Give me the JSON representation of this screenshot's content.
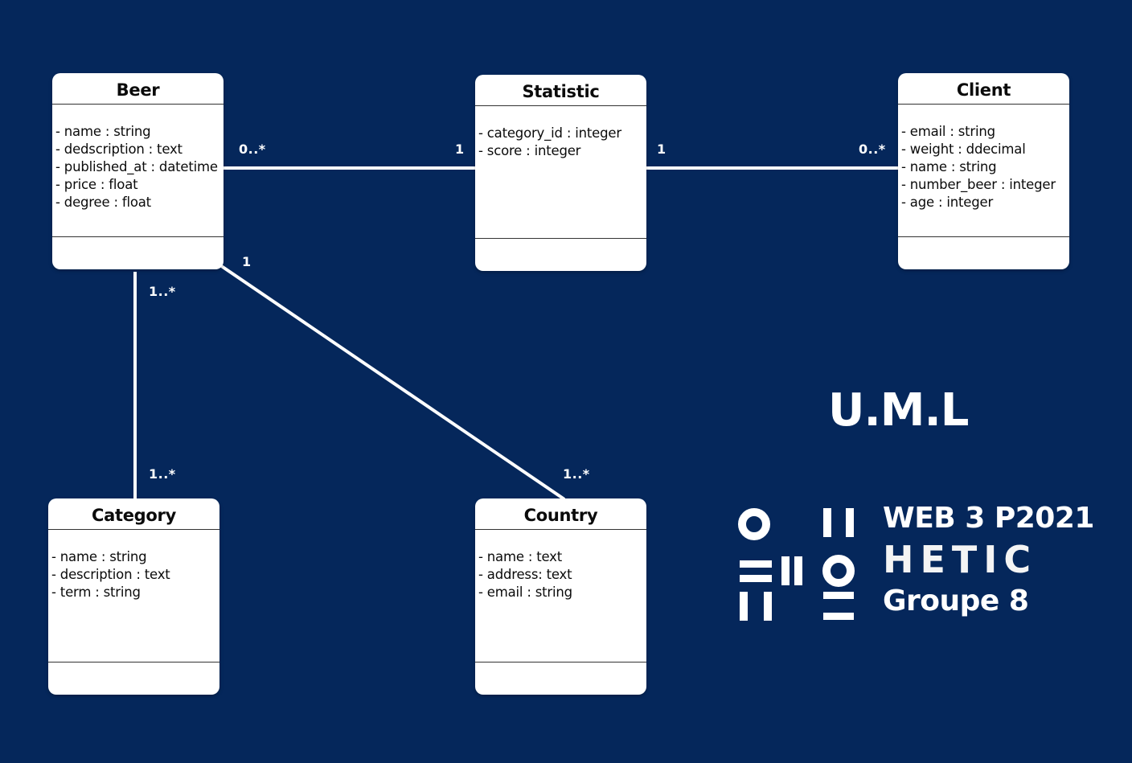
{
  "classes": {
    "beer": {
      "name": "Beer",
      "attributes": [
        "- name : string",
        "- dedscription : text",
        "- published_at : datetime",
        "- price : float",
        "- degree : float"
      ]
    },
    "statistic": {
      "name": "Statistic",
      "attributes": [
        "- category_id : integer",
        "- score : integer"
      ]
    },
    "client": {
      "name": "Client",
      "attributes": [
        "- email : string",
        "- weight : ddecimal",
        "- name : string",
        "- number_beer : integer",
        "- age : integer"
      ]
    },
    "category": {
      "name": "Category",
      "attributes": [
        "- name : string",
        "- description : text",
        "- term : string"
      ]
    },
    "country": {
      "name": "Country",
      "attributes": [
        "- name : text",
        "- address: text",
        "- email : string"
      ]
    }
  },
  "multiplicities": {
    "beer_statistic_beer_end": "0..*",
    "beer_statistic_statistic_end": "1",
    "statistic_client_statistic_end": "1",
    "statistic_client_client_end": "0..*",
    "beer_category_beer_end": "1..*",
    "beer_category_category_end": "1..*",
    "beer_country_beer_end": "1",
    "beer_country_country_end": "1..*"
  },
  "title": "U.M.L",
  "branding": {
    "line1": "WEB 3 P2021",
    "line2": "HETIC",
    "line3": "Groupe 8"
  },
  "colors": {
    "background": "#05275b",
    "class_fill": "#ffffff",
    "connector": "#ffffff",
    "text_light": "#ffffff"
  }
}
